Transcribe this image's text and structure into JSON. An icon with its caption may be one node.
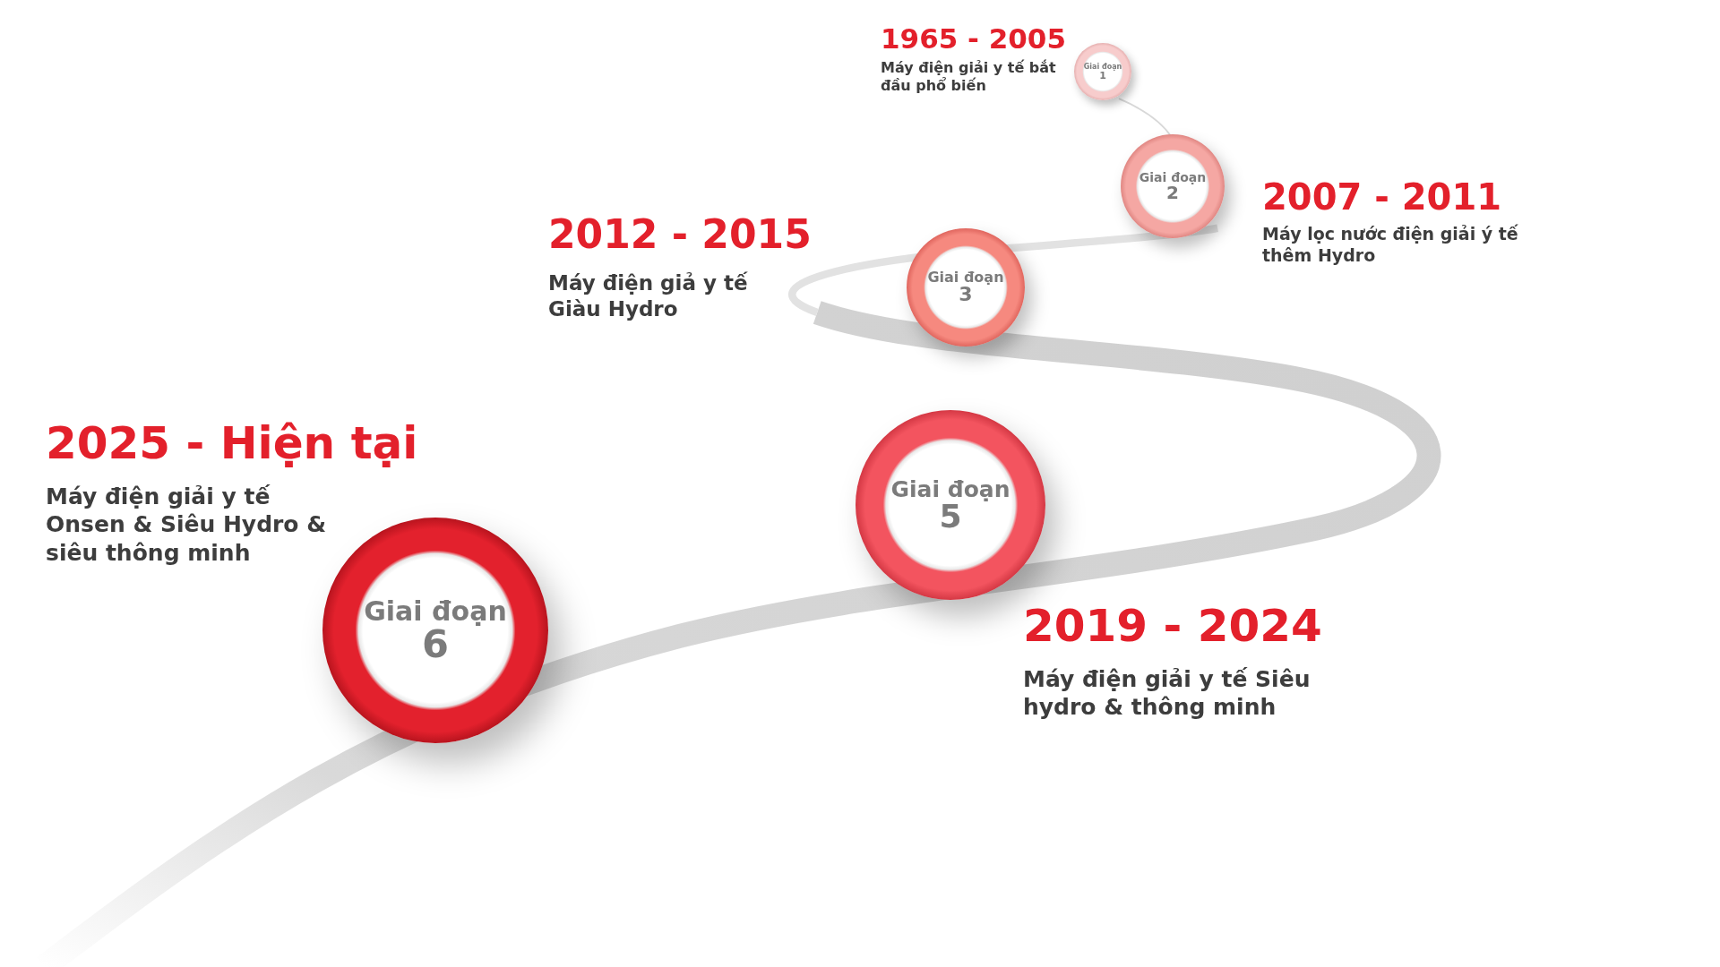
{
  "diagram": {
    "nodes": [
      {
        "text": [
          "Giai đoạn",
          "1"
        ],
        "beside": [
          "1965 - 2005",
          "Máy điện giải y tế bắt đầu phổ biến"
        ]
      },
      {
        "text": [
          "Giai đoạn",
          "2"
        ],
        "beside": [
          "2007 - 2011",
          "Máy lọc nước điện giải ý tế thêm Hydro"
        ]
      },
      {
        "text": [
          "Giai đoạn",
          "3"
        ],
        "beside": [
          "2012 - 2015",
          "Máy điện giả y tế Giàu Hydro"
        ]
      },
      {
        "text": [
          "Giai đoạn",
          "5"
        ],
        "beside": [
          "2019 - 2024",
          "Máy điện giải y tế Siêu hydro & thông minh"
        ]
      },
      {
        "text": [
          "Giai đoạn",
          "6"
        ],
        "beside": [
          "2025 - Hiện tại",
          "Máy điện giải y tế Onsen & Siêu Hydro & siêu thông minh"
        ]
      }
    ]
  }
}
